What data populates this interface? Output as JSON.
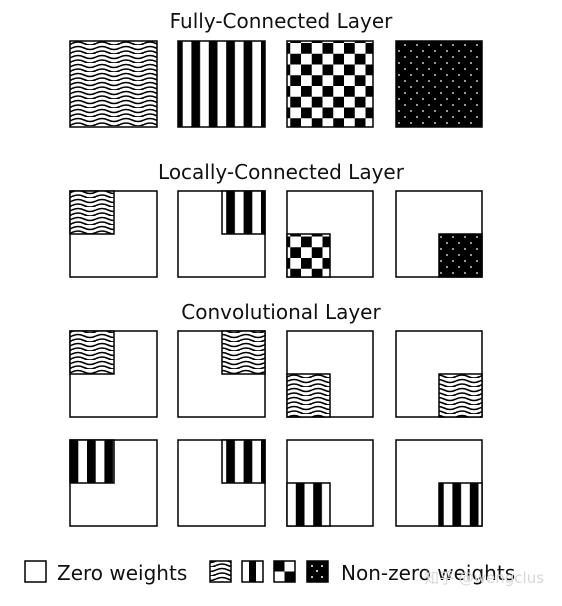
{
  "sections": {
    "fully_connected": "Fully-Connected Layer",
    "locally_connected": "Locally-Connected Layer",
    "convolutional": "Convolutional Layer"
  },
  "legend": {
    "zero": "Zero weights",
    "nonzero": "Non-zero weights"
  },
  "watermark": "知乎 @wengclus",
  "colors": {
    "ink": "#000000",
    "paper": "#ffffff"
  },
  "patterns": [
    "wave",
    "stripes",
    "checker",
    "dots"
  ]
}
